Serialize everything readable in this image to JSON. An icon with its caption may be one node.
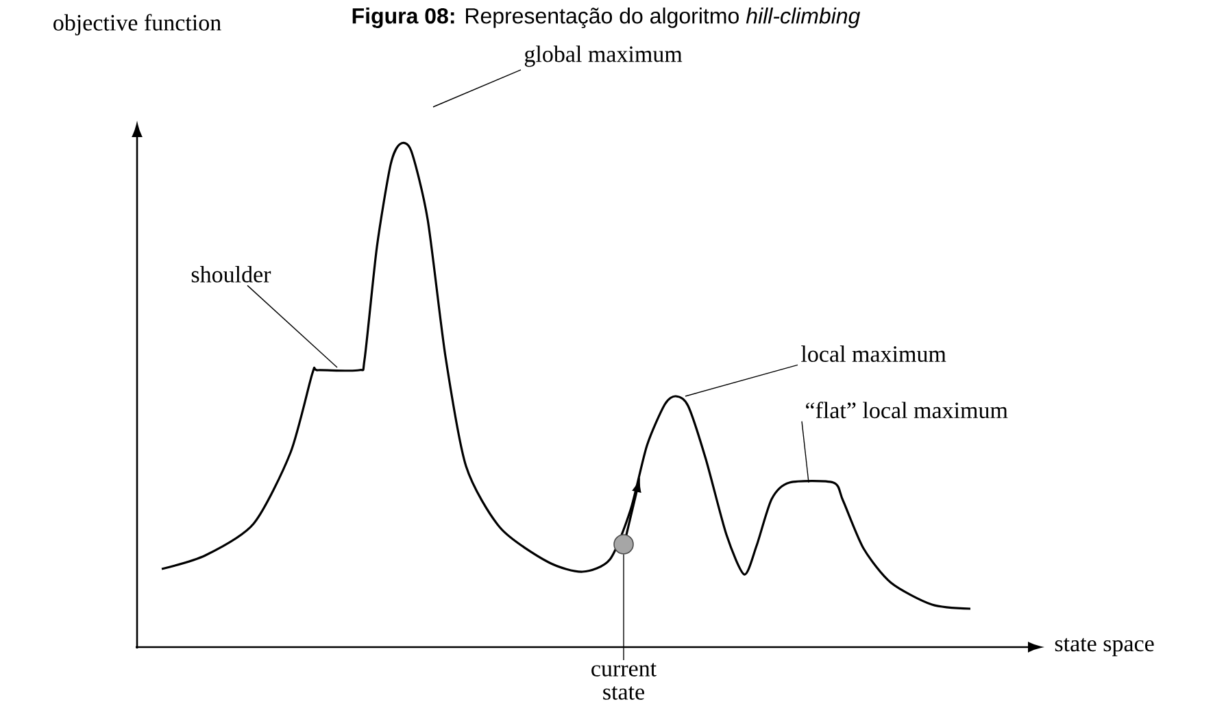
{
  "diagram": {
    "title": "**Figura 08:** Representação do algoritmo *hill-climbing*",
    "nodes": [
      {
        "text": [
          "global maximum"
        ]
      },
      {
        "text": [
          "shoulder"
        ]
      },
      {
        "text": [
          "local maximum"
        ]
      },
      {
        "text": [
          "“flat” local maximum"
        ]
      },
      {
        "text": [
          "current state"
        ]
      },
      {
        "text": [],
        "shape": "circle"
      }
    ],
    "edges": [
      {
        "from": 0,
        "to": null,
        "arrow": "none"
      },
      {
        "from": 1,
        "to": null,
        "arrow": "none"
      },
      {
        "from": 2,
        "to": null,
        "arrow": "none"
      },
      {
        "from": 3,
        "to": null,
        "arrow": "none"
      },
      {
        "from": 4,
        "to": 5,
        "arrow": "none"
      }
    ],
    "labels": [
      "objective function",
      "state space"
    ]
  }
}
